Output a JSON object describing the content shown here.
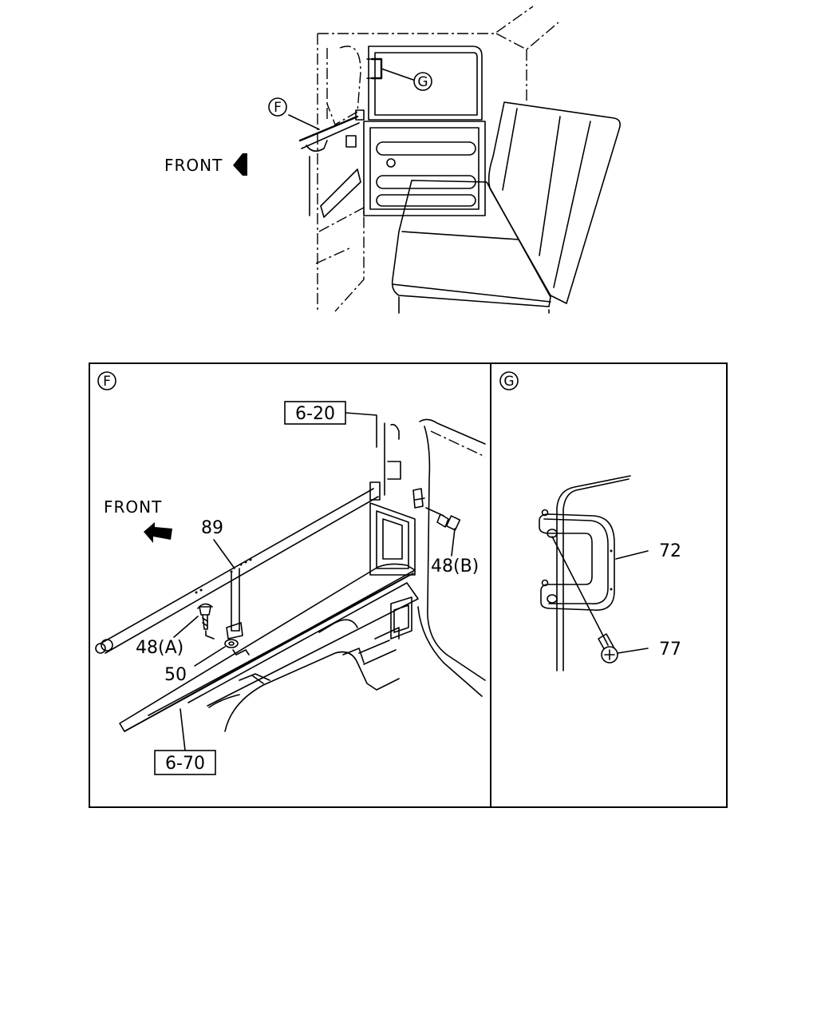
{
  "overview": {
    "front_label": "FRONT",
    "callout_f": "F",
    "callout_g": "G"
  },
  "panel_f": {
    "header": "F",
    "front_label": "FRONT",
    "ref_top": "6-20",
    "ref_bottom": "6-70",
    "part_89": "89",
    "part_48a": "48(A)",
    "part_48b": "48(B)",
    "part_50": "50"
  },
  "panel_g": {
    "header": "G",
    "part_72": "72",
    "part_77": "77"
  }
}
